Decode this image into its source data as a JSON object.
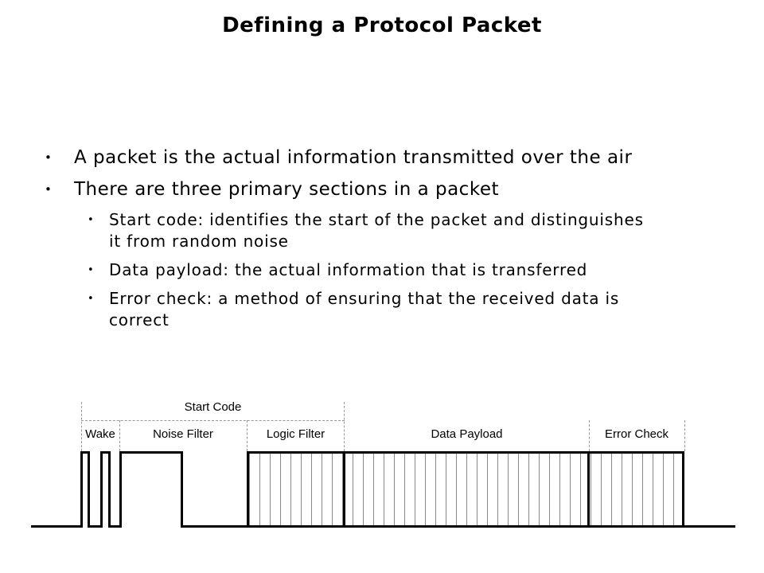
{
  "title": "Defining a Protocol Packet",
  "bullets": {
    "level1": [
      "A packet is the actual information transmitted over the air",
      "There are three primary sections in a packet"
    ],
    "level2": [
      "Start code: identifies the start of the packet and distinguishes\nit from random noise",
      "Data payload: the actual information that is transferred",
      "Error check: a method of ensuring that the received data is\ncorrect"
    ]
  },
  "diagram": {
    "span_label": "Start Code",
    "sections": [
      {
        "label": "Wake"
      },
      {
        "label": "Noise Filter"
      },
      {
        "label": "Logic Filter"
      },
      {
        "label": "Data Payload"
      },
      {
        "label": "Error Check"
      }
    ],
    "colors": {
      "waveform_line": "#000000",
      "hatch": "#888888",
      "dashed_guide": "#999999"
    }
  }
}
